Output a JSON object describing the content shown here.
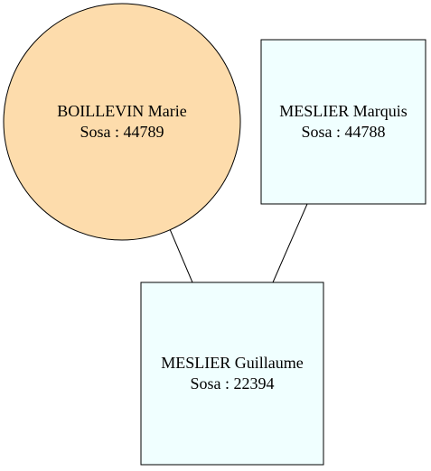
{
  "colors": {
    "female_fill": "#fddcac",
    "male_fill": "#f0ffff",
    "stroke": "#000000",
    "background": "#ffffff"
  },
  "nodes": {
    "mother": {
      "name": "BOILLEVIN Marie",
      "sosa": "Sosa : 44789",
      "shape": "circle"
    },
    "father": {
      "name": "MESLIER Marquis",
      "sosa": "Sosa : 44788",
      "shape": "box"
    },
    "child": {
      "name": "MESLIER Guillaume",
      "sosa": "Sosa : 22394",
      "shape": "box"
    }
  },
  "edges": [
    {
      "from": "mother",
      "to": "child"
    },
    {
      "from": "father",
      "to": "child"
    }
  ]
}
